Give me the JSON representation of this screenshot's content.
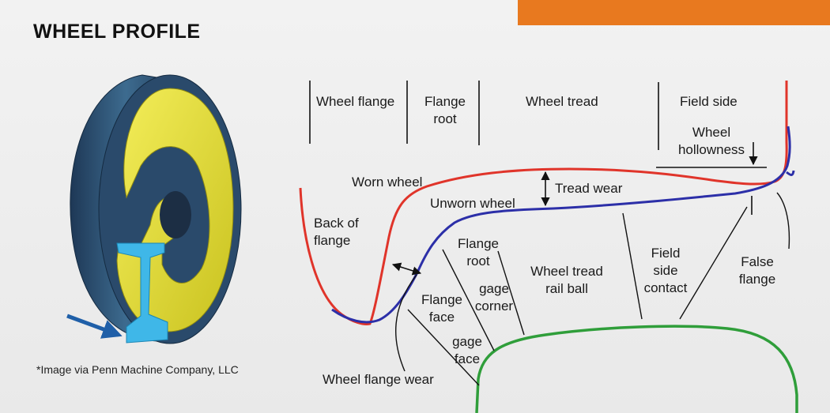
{
  "slide": {
    "title": "WHEEL PROFILE",
    "credit": "*Image via Penn Machine Company, LLC"
  },
  "regions": {
    "wheel_flange": "Wheel flange",
    "flange_root": [
      "Flange",
      "root"
    ],
    "wheel_tread": "Wheel tread",
    "field_side": "Field side"
  },
  "labels": {
    "wheel_hollowness": [
      "Wheel",
      "hollowness"
    ],
    "worn_wheel": "Worn wheel",
    "tread_wear": "Tread wear",
    "unworn_wheel": "Unworn wheel",
    "back_of_flange": [
      "Back of",
      "flange"
    ],
    "flange_root_lower": [
      "Flange",
      "root"
    ],
    "gage_corner": [
      "gage",
      "corner"
    ],
    "wheel_tread_rail_ball": [
      "Wheel tread",
      "rail ball"
    ],
    "field_side_contact": [
      "Field",
      "side",
      "contact"
    ],
    "false_flange": [
      "False",
      "flange"
    ],
    "flange_face": [
      "Flange",
      "face"
    ],
    "gage_face": [
      "gage",
      "face"
    ],
    "wheel_flange_wear": "Wheel flange wear"
  },
  "colors": {
    "worn_profile": "#e0342a",
    "unworn_profile": "#2c2fa8",
    "rail_head": "#2f9e3a",
    "wheel_face": "#e6e03a",
    "wheel_rim": "#2b4b6e",
    "rail_section": "#3fb7e8",
    "arrow": "#1f5fa8",
    "accent_bar": "#e8791f"
  }
}
